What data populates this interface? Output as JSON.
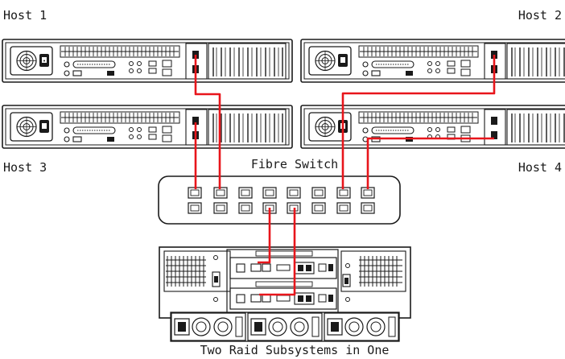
{
  "labels": {
    "host1": "Host 1",
    "host2": "Host 2",
    "host3": "Host 3",
    "host4": "Host 4",
    "switch": "Fibre Switch",
    "storage": "Two Raid Subsystems in One"
  },
  "colors": {
    "cable": "#e8151b",
    "line": "#1a1a1a",
    "background": "#ffffff"
  },
  "icons": {
    "host_fan": "fan-grille-icon",
    "host_power": "power-inlet-icon",
    "switch_port": "sfp-port-icon",
    "storage_psu": "psu-module-icon"
  }
}
